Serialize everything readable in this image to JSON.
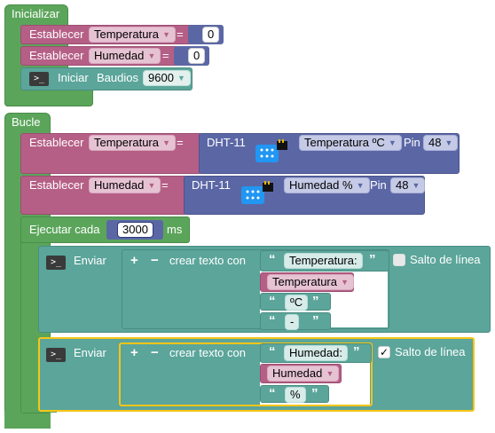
{
  "setup": {
    "title": "Inicializar",
    "set_temp": {
      "label": "Establecer",
      "var": "Temperatura",
      "eq": "=",
      "value": "0"
    },
    "set_hum": {
      "label": "Establecer",
      "var": "Humedad",
      "eq": "=",
      "value": "0"
    },
    "serial": {
      "label": "Iniciar",
      "baud_label": "Baudios",
      "baud": "9600"
    }
  },
  "loop": {
    "title": "Bucle",
    "read_temp": {
      "label": "Establecer",
      "var": "Temperatura",
      "eq": "=",
      "sensor": "DHT-11",
      "mode": "Temperatura ºC",
      "pin_label": "Pin",
      "pin": "48"
    },
    "read_hum": {
      "label": "Establecer",
      "var": "Humedad",
      "eq": "=",
      "sensor": "DHT-11",
      "mode": "Humedad %",
      "pin_label": "Pin",
      "pin": "48"
    },
    "every": {
      "label": "Ejecutar cada",
      "value": "3000",
      "unit": "ms"
    },
    "send1": {
      "label": "Enviar",
      "plus": "+",
      "minus": "−",
      "create": "crear texto con",
      "items": {
        "t1": "Temperatura:",
        "var": "Temperatura",
        "t2": "ºC",
        "t3": "-"
      },
      "newline": "Salto de línea",
      "newline_checked": false
    },
    "send2": {
      "label": "Enviar",
      "plus": "+",
      "minus": "−",
      "create": "crear texto con",
      "items": {
        "t1": "Humedad:",
        "var": "Humedad",
        "t2": "%"
      },
      "newline": "Salto de línea",
      "newline_checked": true
    }
  },
  "icons": {
    "terminal": "terminal-icon",
    "sensor": "dht11-sensor-icon",
    "dropdown": "dropdown-arrow-icon",
    "quote": "quote-icon"
  },
  "colors": {
    "control": "#5ba55b",
    "variable": "#b55f86",
    "sensor": "#5b67a5",
    "serial": "#5ba59a",
    "selection": "#f5c518"
  }
}
